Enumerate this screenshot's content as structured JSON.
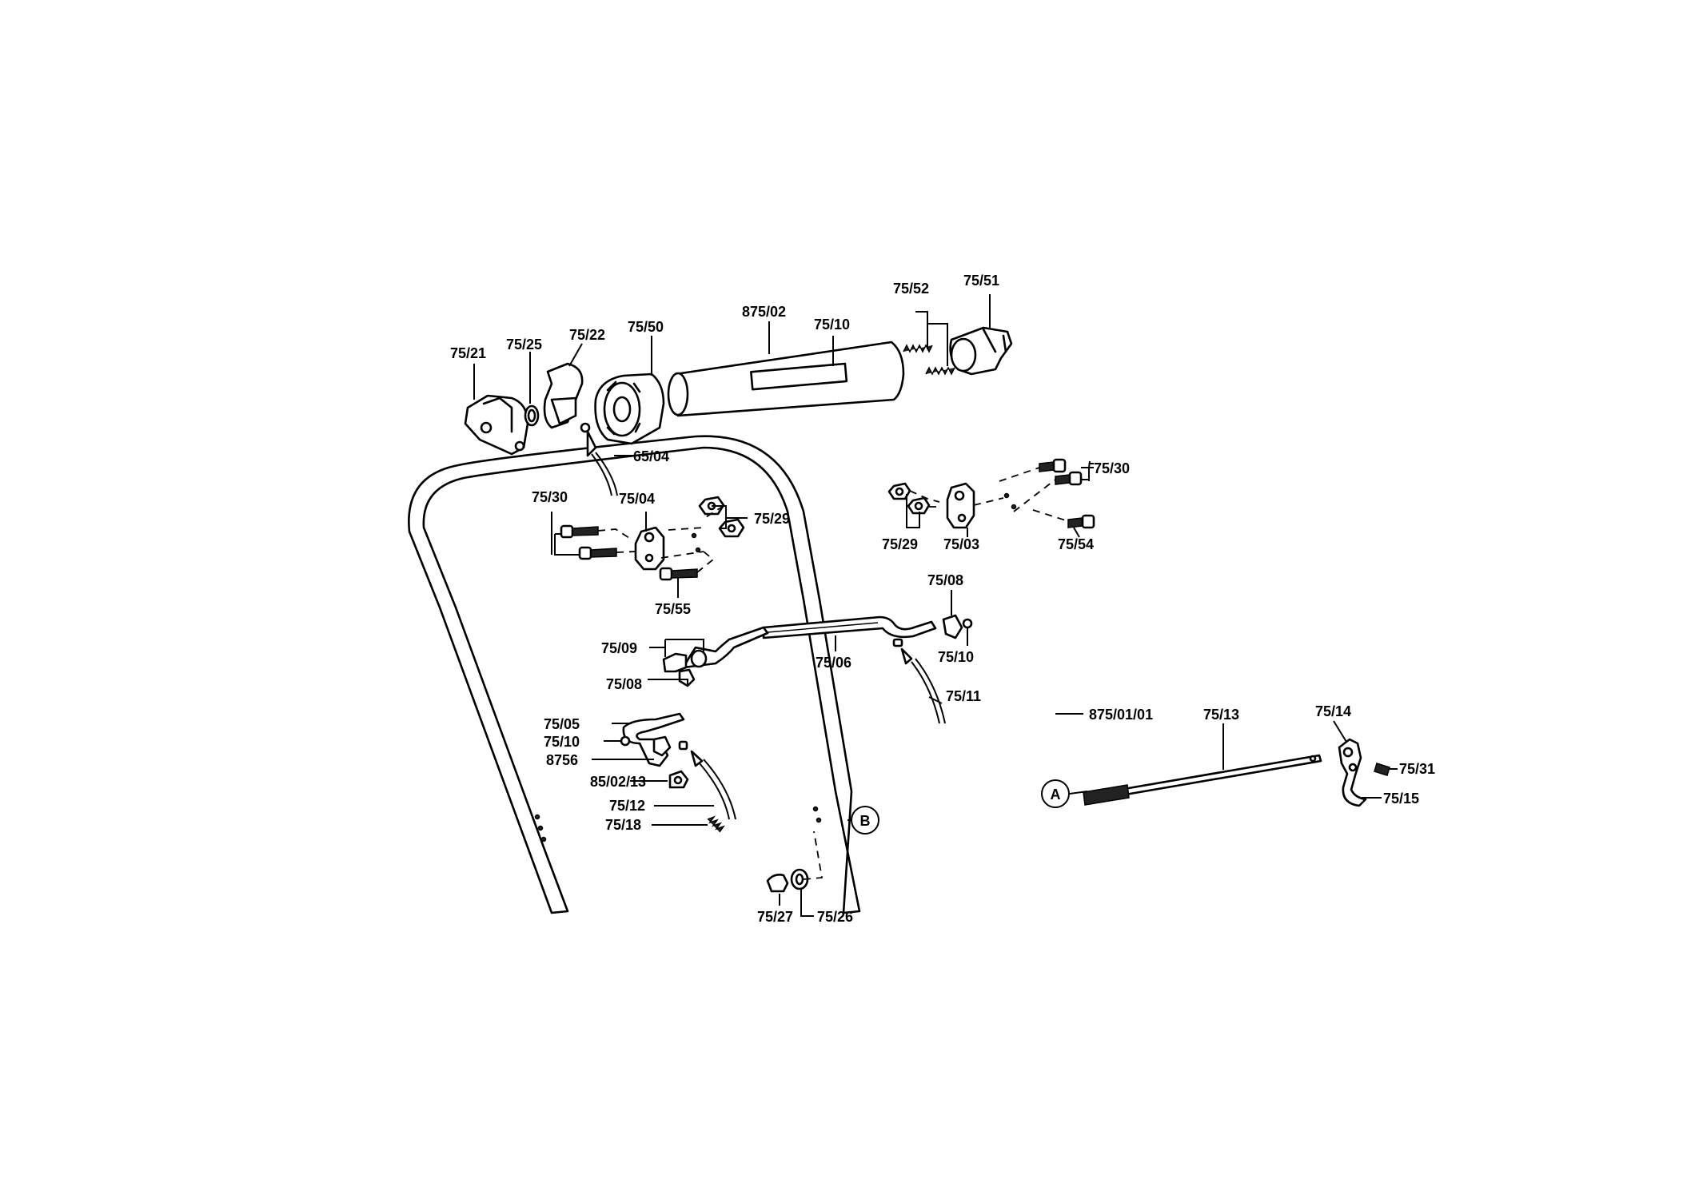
{
  "labels": {
    "p75_21": "75/21",
    "p75_25": "75/25",
    "p75_22": "75/22",
    "p75_50": "75/50",
    "p875_02": "875/02",
    "p75_10_top": "75/10",
    "p75_52": "75/52",
    "p75_51": "75/51",
    "p65_04": "65/04",
    "p75_30_right": "75/30",
    "p75_30_left": "75/30",
    "p75_04": "75/04",
    "p75_29_left": "75/29",
    "p75_29_right": "75/29",
    "p75_03": "75/03",
    "p75_54": "75/54",
    "p75_55": "75/55",
    "p75_08_right": "75/08",
    "p75_10_mid": "75/10",
    "p75_06": "75/06",
    "p75_09": "75/09",
    "p75_08_left": "75/08",
    "p75_11": "75/11",
    "p75_05": "75/05",
    "p75_10_low": "75/10",
    "p8756": "8756",
    "p85_02_13": "85/02/13",
    "p75_12": "75/12",
    "p75_18": "75/18",
    "p875_01_01": "875/01/01",
    "p75_13": "75/13",
    "p75_14": "75/14",
    "p75_31": "75/31",
    "p75_15": "75/15",
    "p75_27": "75/27",
    "p75_26": "75/26",
    "callout_a": "A",
    "callout_b": "B"
  }
}
